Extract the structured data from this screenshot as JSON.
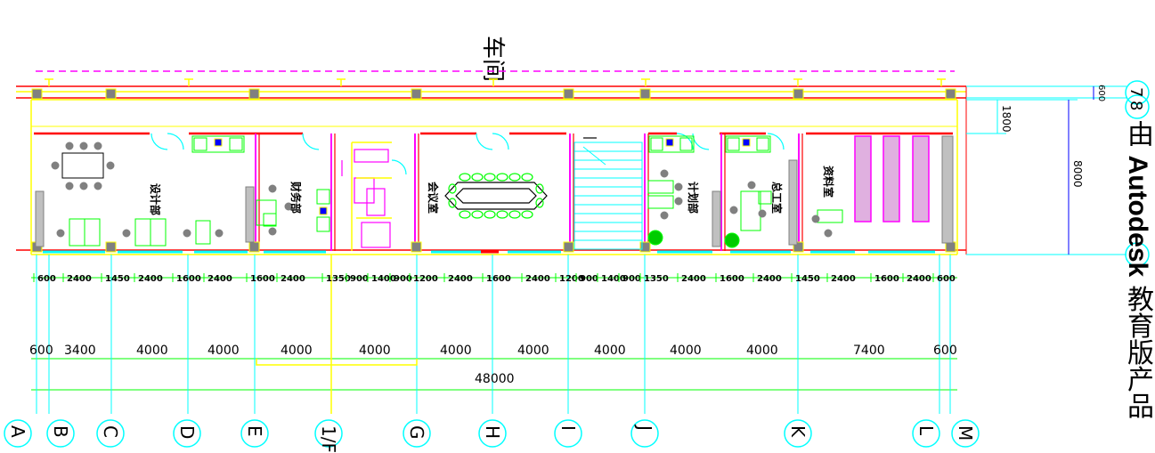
{
  "title": "车间",
  "watermark": {
    "prefix": "由",
    "brand": "Autodesk",
    "suffix": "教育版产品"
  },
  "rooms": [
    {
      "key": "design",
      "label": "设计部"
    },
    {
      "key": "finance",
      "label": "财务部"
    },
    {
      "key": "meeting",
      "label": "会议室"
    },
    {
      "key": "planning",
      "label": "计划部"
    },
    {
      "key": "manager",
      "label": "总工室"
    },
    {
      "key": "archive",
      "label": "资料室"
    }
  ],
  "dims_small": [
    "600",
    "2400",
    "1450",
    "2400",
    "1600",
    "2400",
    "1600",
    "2400",
    "1350",
    "900",
    "1400",
    "900",
    "1200",
    "2400",
    "1600",
    "2400",
    "1200",
    "900",
    "1400",
    "900",
    "1350",
    "2400",
    "1600",
    "2400",
    "1450",
    "2400",
    "1600",
    "2400",
    "600"
  ],
  "dims_mid": [
    "600",
    "3400",
    "4000",
    "4000",
    "4000",
    "4000",
    "4000",
    "4000",
    "4000",
    "4000",
    "4000",
    "7400",
    "600"
  ],
  "dim_total": "48000",
  "dims_right": {
    "depth": "8000",
    "corridor": "1800",
    "top": "600"
  },
  "axes_bottom": [
    "A",
    "B",
    "C",
    "D",
    "E",
    "1/F",
    "G",
    "H",
    "I",
    "J",
    "K",
    "L",
    "M"
  ],
  "axes_right": [
    "7",
    "8"
  ],
  "colors": {
    "wall": "#ff0000",
    "axis": "#00ffff",
    "outline": "#ffff00",
    "column": "#808080",
    "furniture": "#00ff00",
    "shelf": "#ff00ff",
    "dash": "#ff00ff",
    "door": "#00ffff",
    "text": "#000000"
  }
}
